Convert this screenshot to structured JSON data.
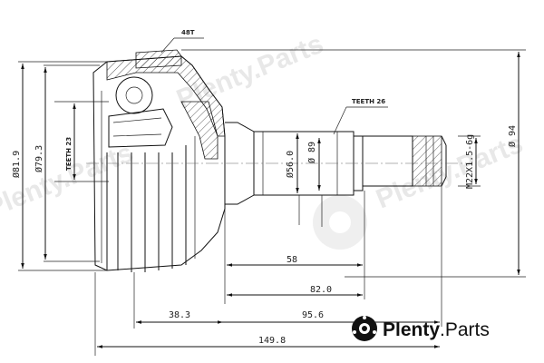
{
  "drawing": {
    "dimensions": {
      "d_81_9": "Ø81.9",
      "d_79_3": "Ø79.3",
      "teeth_23": "TEETH 23",
      "abs_48": "48T",
      "teeth_26": "TEETH 26",
      "d_56": "Ø56.0",
      "d_89": "Ø 89",
      "thread": "M22X1.5-6g",
      "d_94": "Ø 94",
      "len_58": "58",
      "len_82": "82.0",
      "len_38_3": "38.3",
      "len_95_6": "95.6",
      "len_149_8": "149.8"
    },
    "watermark": "Plenty.Parts",
    "brand": {
      "name": "Plenty",
      "suffix": ".Parts"
    }
  }
}
